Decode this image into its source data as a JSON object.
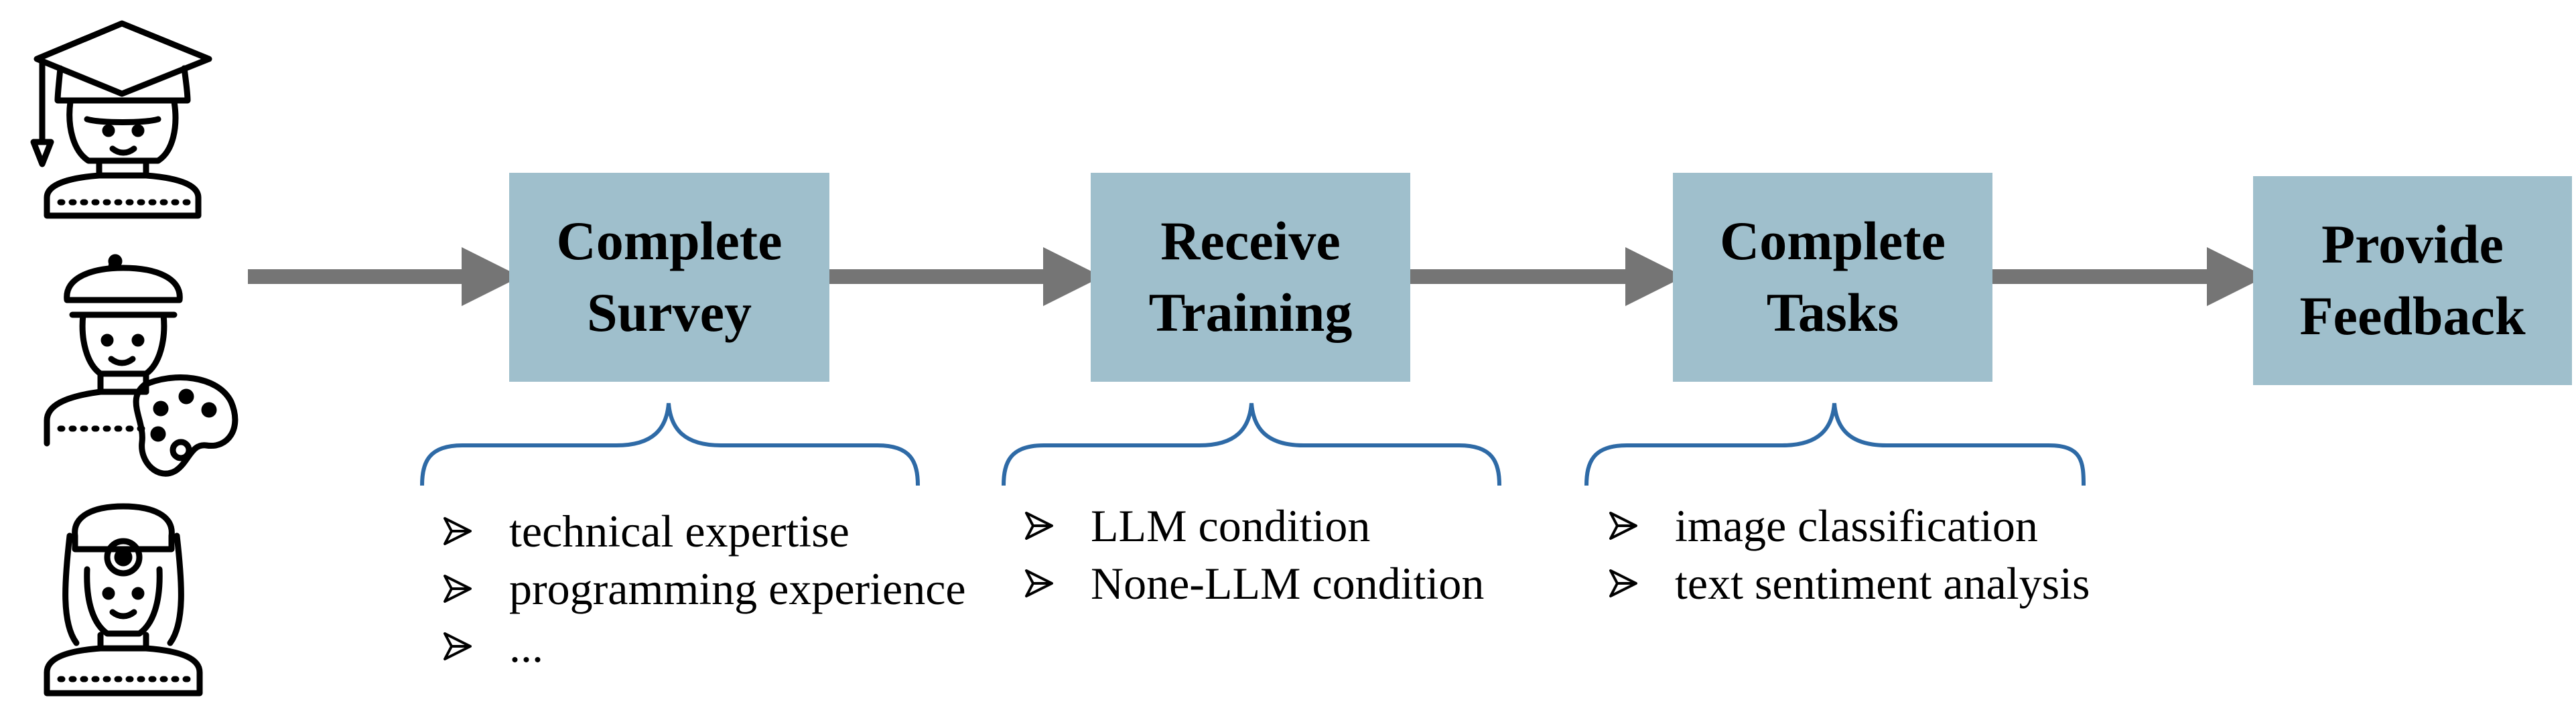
{
  "personas": [
    {
      "name": "graduate",
      "icon": "graduate-person-icon"
    },
    {
      "name": "artist",
      "icon": "artist-person-icon"
    },
    {
      "name": "doctor",
      "icon": "doctor-person-icon"
    }
  ],
  "steps": [
    {
      "line1": "Complete",
      "line2": "Survey"
    },
    {
      "line1": "Receive",
      "line2": "Training"
    },
    {
      "line1": "Complete",
      "line2": "Tasks"
    },
    {
      "line1": "Provide",
      "line2": "Feedback"
    }
  ],
  "details": [
    {
      "items": [
        "technical expertise",
        "programming experience",
        "..."
      ]
    },
    {
      "items": [
        "LLM condition",
        "None-LLM condition"
      ]
    },
    {
      "items": [
        "image classification",
        "text sentiment analysis"
      ]
    }
  ],
  "colors": {
    "box_fill": "#9fbfcc",
    "arrow": "#757575",
    "brace": "#2e6aa6",
    "icon_stroke": "#000000"
  }
}
